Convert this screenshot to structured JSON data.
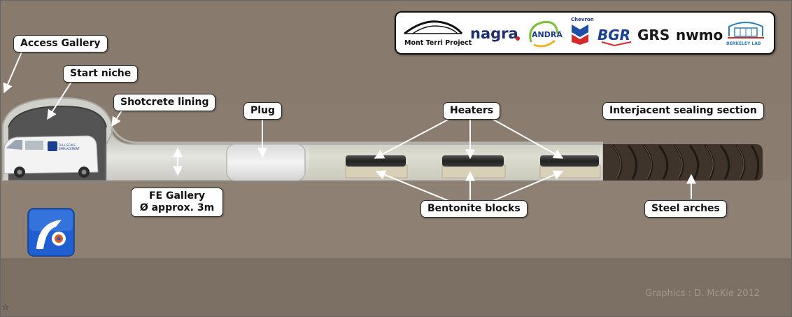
{
  "labels": {
    "access_gallery": "Access Gallery",
    "start_niche": "Start niche",
    "shotcrete_lining": "Shotcrete lining",
    "plug": "Plug",
    "heaters": "Heaters",
    "interjacent_sealing": "Interjacent sealing section",
    "fe_gallery_line1": "FE Gallery",
    "fe_gallery_line2": "Ø approx. 3m",
    "bentonite_blocks": "Bentonite blocks",
    "steel_arches": "Steel arches"
  },
  "logos": {
    "mont_terri": "Mont Terri Project",
    "nagra": "nagra",
    "andra": "ANDRA",
    "chevron": "Chevron",
    "bgr": "BGR",
    "grs": "GRS",
    "nwmo": "nwmo",
    "berkeley": "BERKELEY LAB"
  },
  "credit": "Graphics : D. McKie 2012",
  "colors": {
    "rock": "#8a7d70",
    "gallery": "#dcdcd6",
    "bentonite": "#d8d1b8",
    "heater": "#2f2f2f",
    "label_border": "#2a2a2a"
  }
}
